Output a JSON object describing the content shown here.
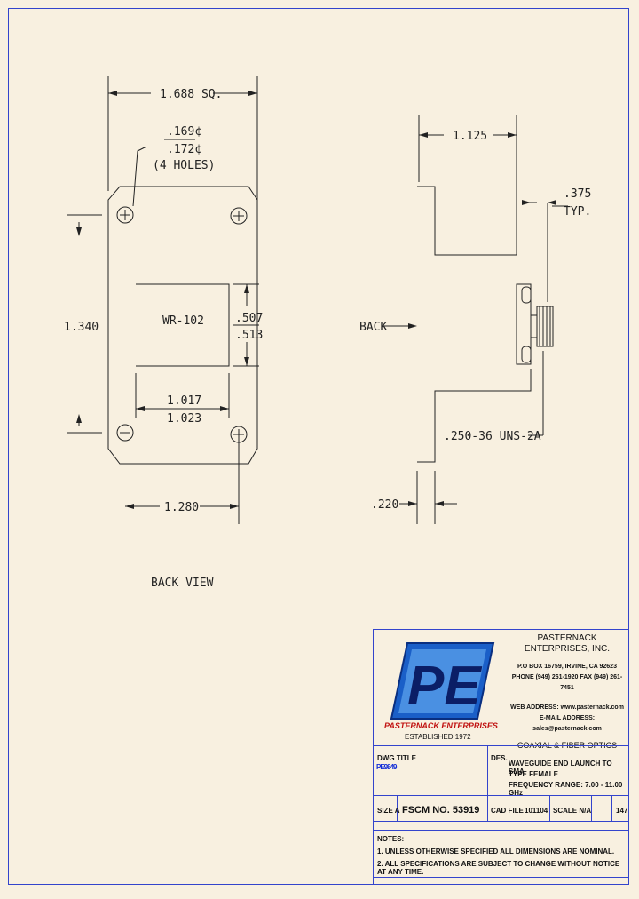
{
  "drawing": {
    "labels": {
      "overall_square": "1.688 SQ.",
      "hole_dia_min": ".169¢",
      "hole_dia_max": ".172¢",
      "hole_count": "(4 HOLES)",
      "height": "1.340",
      "waveguide": "WR-102",
      "slot_min": ".507",
      "slot_max": ".513",
      "width_min": "1.017",
      "width_max": "1.023",
      "hole_spacing": "1.280",
      "view_name": "BACK VIEW",
      "depth": "1.125",
      "connector_length": ".375",
      "connector_length_typ": "TYP.",
      "back": "BACK",
      "thread": ".250-36 UNS-2A",
      "flange_thickness": ".220"
    }
  },
  "title_block": {
    "logo_text": "PE",
    "logo_banner": "PASTERNACK ENTERPRISES",
    "established": "ESTABLISHED 1972",
    "company": "PASTERNACK ENTERPRISES, INC.",
    "address": "P.O BOX 16759, IRVINE, CA 92623",
    "phone": "PHONE (949) 261-1920 FAX (949) 261-7451",
    "web": "WEB ADDRESS: www.pasternack.com",
    "email": "E-MAIL ADDRESS: sales@pasternack.com",
    "tagline": "COAXIAL & FIBER OPTICS",
    "dwg_title_label": "DWG TITLE",
    "part_number": "PE9849",
    "des_label": "DES.",
    "desc_line1": "WAVEGUIDE END LAUNCH TO SMA",
    "desc_line2": "TYPE FEMALE",
    "desc_line3": "FREQUENCY RANGE: 7.00 - 11.00 GHz",
    "size": "SIZE A",
    "fscm": "FSCM NO. 53919",
    "cad_file_label": "CAD FILE",
    "cad_file": "101104",
    "scale": "SCALE N/A",
    "sheet": "147",
    "notes_label": "NOTES:",
    "note1": "1. UNLESS OTHERWISE SPECIFIED ALL DIMENSIONS ARE NOMINAL.",
    "note2": "2. ALL SPECIFICATIONS ARE SUBJECT TO CHANGE WITHOUT NOTICE AT ANY TIME."
  },
  "colors": {
    "border": "#3344cc",
    "logo_blue": "#1a5fc8",
    "logo_banner": "#c01010",
    "part_number": "#1530d8"
  }
}
